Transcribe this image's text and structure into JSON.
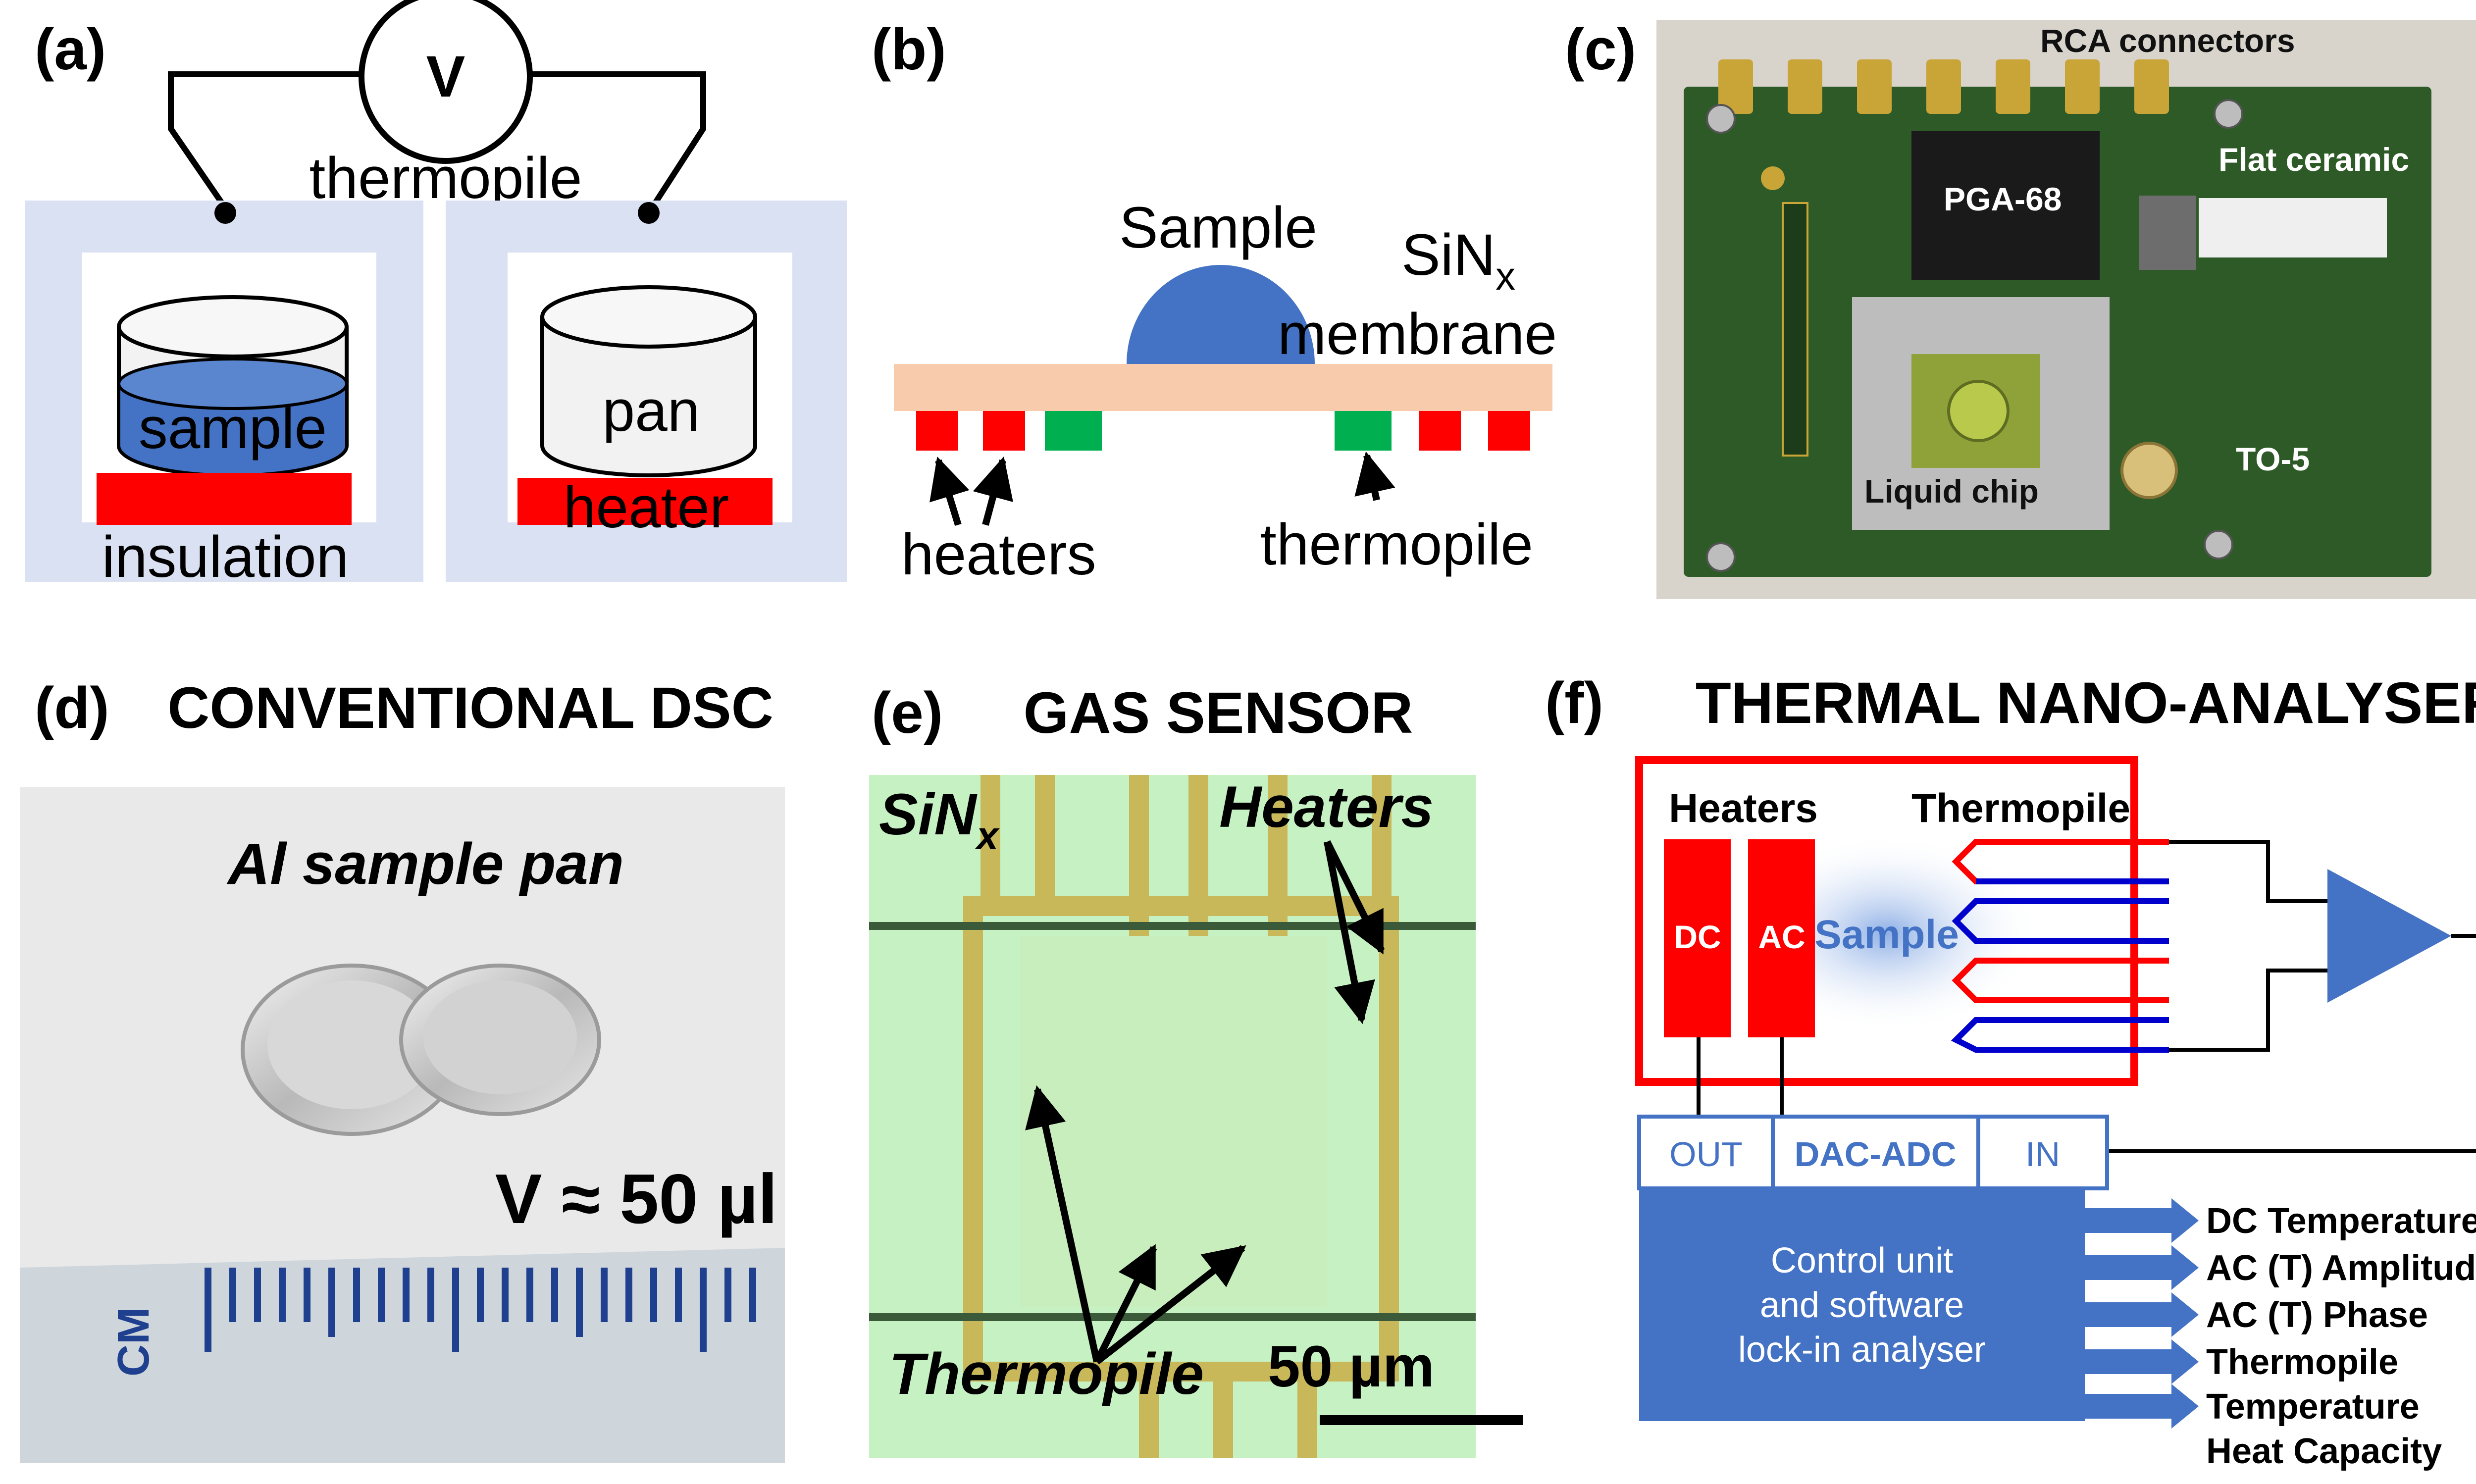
{
  "panels": {
    "a": {
      "label": "(a)",
      "meter": "V",
      "thermopile": "thermopile",
      "sample": "sample",
      "pan": "pan",
      "heater": "heater",
      "insulation": "insulation"
    },
    "b": {
      "label": "(b)",
      "sample": "Sample",
      "membrane_prefix": "SiN",
      "membrane_sub": "x",
      "membrane_word": "membrane",
      "heaters": "heaters",
      "thermopile": "thermopile"
    },
    "c": {
      "label": "(c)",
      "rca": "RCA connectors",
      "flat_ceramic": "Flat ceramic",
      "pga": "PGA-68",
      "liquid_chip": "Liquid chip",
      "to5": "TO-5"
    },
    "d": {
      "label": "(d)",
      "title": "CONVENTIONAL DSC",
      "pan_caption": "Al sample pan",
      "volume": "V ≈ 50 µl"
    },
    "e": {
      "label": "(e)",
      "title": "GAS SENSOR",
      "sin_prefix": "SiN",
      "sin_sub": "x",
      "heaters": "Heaters",
      "thermopile": "Thermopile",
      "scale": "50 µm"
    },
    "f": {
      "label": "(f)",
      "title": "THERMAL NANO-ANALYSER",
      "heaters": "Heaters",
      "thermopile": "Thermopile",
      "dc": "DC",
      "ac": "AC",
      "sample": "Sample",
      "out": "OUT",
      "dac_adc": "DAC-ADC",
      "in": "IN",
      "control_lines": [
        "Control unit",
        "and software",
        "lock-in analyser"
      ],
      "outputs": [
        "DC Temperature",
        "AC (T) Amplitude",
        "AC (T) Phase",
        "Thermopile",
        "Temperature",
        "Heat Capacity"
      ]
    }
  },
  "colors": {
    "light_blue": "#d9e1f2",
    "red": "#ff0000",
    "blue": "#4472c4",
    "green": "#00b050",
    "beige": "#f8cbad",
    "pcb": "#2d5a27"
  }
}
